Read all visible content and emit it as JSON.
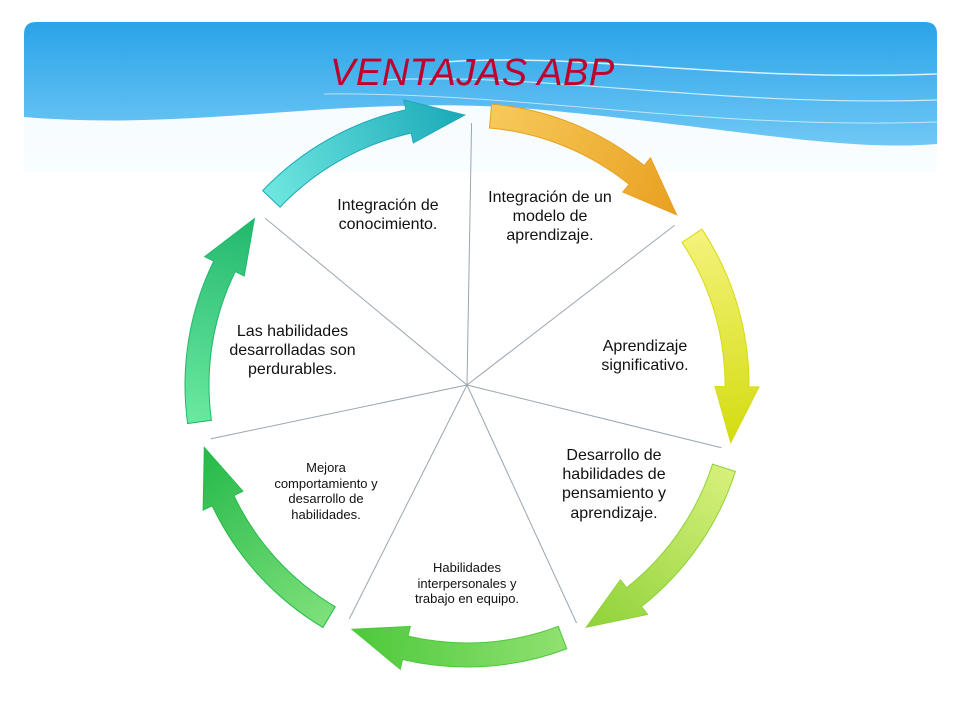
{
  "title": "VENTAJAS ABP",
  "colors": {
    "title": "#c0002a",
    "banner_top": "#2aa3e8",
    "banner_bottom": "#7fd0f7"
  },
  "segments": [
    {
      "text": "Integración de un modelo de aprendizaje.",
      "arrow_colors": [
        "#f7c95a",
        "#e8a020"
      ]
    },
    {
      "text": "Aprendizaje significativo.",
      "arrow_colors": [
        "#f4f27a",
        "#d4dc10"
      ]
    },
    {
      "text": "Desarrollo de habilidades de pensamiento y aprendizaje.",
      "arrow_colors": [
        "#d6f07a",
        "#8fd23a"
      ]
    },
    {
      "text": "Habilidades interpersonales y trabajo en equipo.",
      "arrow_colors": [
        "#8fe070",
        "#4cc93a"
      ]
    },
    {
      "text": "Mejora comportamiento y desarrollo de habilidades.",
      "arrow_colors": [
        "#7ee07a",
        "#24b94a"
      ]
    },
    {
      "text": "Las habilidades desarrolladas son perdurables.",
      "arrow_colors": [
        "#6ae8a0",
        "#22b86c"
      ]
    },
    {
      "text": "Integración de conocimiento.",
      "arrow_colors": [
        "#6ee6df",
        "#1aa9b8"
      ]
    }
  ]
}
